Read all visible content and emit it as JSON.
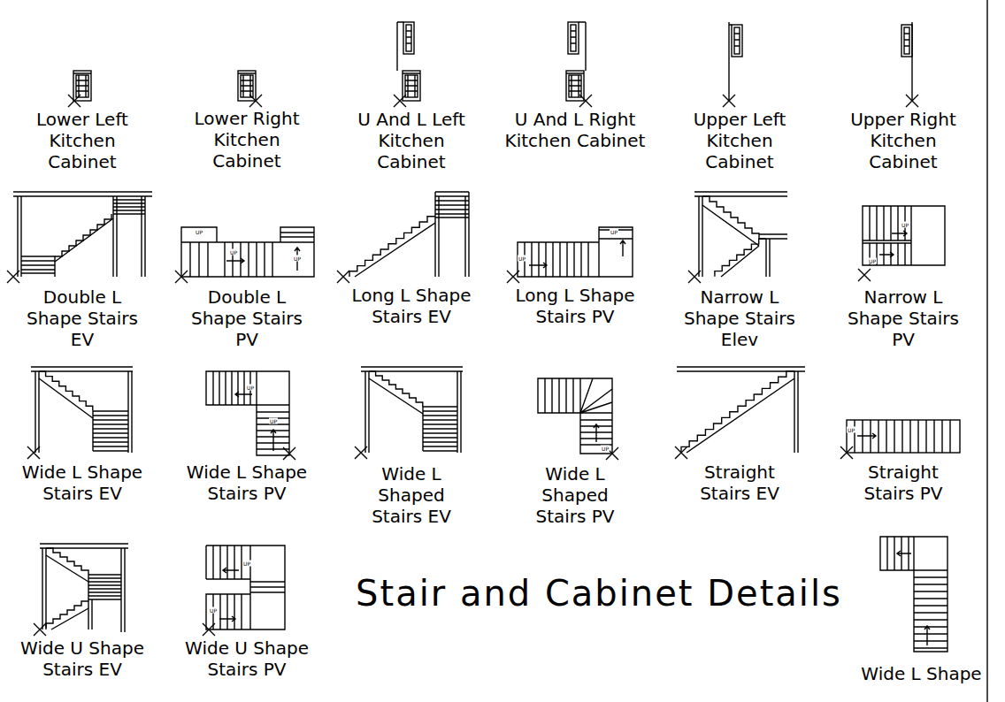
{
  "diagram": {
    "title": "Stair and Cabinet Details",
    "labels": [
      "Lower Left Kitchen Cabinet",
      "Lower Right Kitchen Cabinet",
      "U And L Left Kitchen Cabinet",
      "U And L Right Kitchen Cabinet",
      "Upper Left Kitchen Cabinet",
      "Upper Right Kitchen Cabinet",
      "Double L Shape Stairs EV",
      "Double L Shape Stairs PV",
      "Long L Shape Stairs EV",
      "Long L Shape Stairs PV",
      "Narrow L Shape Stairs Elev",
      "Narrow L Shape Stairs PV",
      "Wide L Shape Stairs EV",
      "Wide L Shape Stairs PV",
      "Wide L Shaped Stairs EV",
      "Wide L Shaped Stairs PV",
      "Straight Stairs EV",
      "Straight Stairs PV",
      "Wide U Shape Stairs EV",
      "Wide U Shape Stairs PV",
      "Wide L Shape",
      "UP",
      "UP",
      "UP",
      "UP",
      "UP",
      "UP",
      "UP",
      "UP",
      "UP",
      "UP",
      "UP",
      "UP",
      "UP"
    ]
  }
}
